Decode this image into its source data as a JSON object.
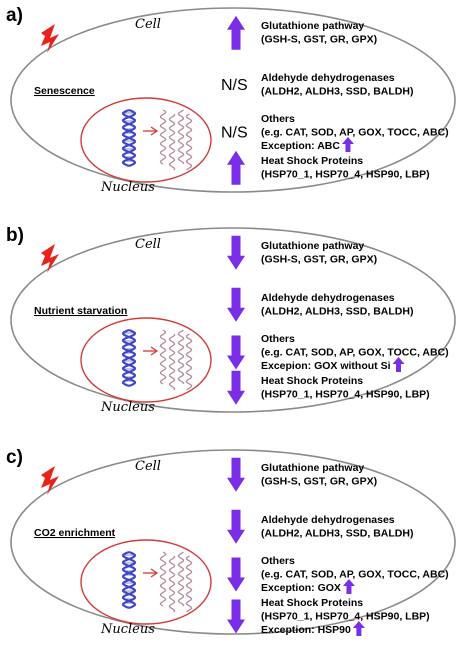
{
  "colors": {
    "arrow": "#7b2ee8",
    "lightning": "#e8231c",
    "nucleus_outline": "#d33a3a",
    "dna": "#3f47c9",
    "rna": "#b58a9a",
    "cell_outline": "#8a8a8a"
  },
  "panels": [
    {
      "letter": "a)",
      "cell_label": "Cell",
      "nucleus_label": "Nucleus",
      "condition": "Senescence",
      "items": [
        {
          "indicator": "up",
          "lines": [
            "Glutathione pathway",
            "(GSH-S, GST, GR, GPX)"
          ]
        },
        {
          "indicator": "N/S",
          "lines": [
            "Aldehyde dehydrogenases",
            "(ALDH2, ALDH3, SSD, BALDH)"
          ]
        },
        {
          "indicator": "N/S",
          "lines": [
            "Others",
            "(e.g. CAT, SOD, AP, GOX, TOCC, ABC)",
            "Exception: ABC"
          ],
          "exception_arrow": "up"
        },
        {
          "indicator": "up",
          "lines": [
            "Heat Shock Proteins",
            "(HSP70_1, HSP70_4, HSP90, LBP)"
          ]
        }
      ]
    },
    {
      "letter": "b)",
      "cell_label": "Cell",
      "nucleus_label": "Nucleus",
      "condition": "Nutrient starvation",
      "items": [
        {
          "indicator": "down",
          "lines": [
            "Glutathione pathway",
            "(GSH-S, GST, GR, GPX)"
          ]
        },
        {
          "indicator": "down",
          "lines": [
            "Aldehyde dehydrogenases",
            "(ALDH2, ALDH3, SSD, BALDH)"
          ]
        },
        {
          "indicator": "down",
          "lines": [
            "Others",
            "(e.g. CAT, SOD, AP, GOX, TOCC, ABC)",
            "Excepion: GOX without Si"
          ],
          "exception_arrow": "up"
        },
        {
          "indicator": "down",
          "lines": [
            "Heat Shock Proteins",
            "(HSP70_1, HSP70_4, HSP90, LBP)"
          ]
        }
      ]
    },
    {
      "letter": "c)",
      "cell_label": "Cell",
      "nucleus_label": "Nucleus",
      "condition": "CO2 enrichment",
      "items": [
        {
          "indicator": "down",
          "lines": [
            "Glutathione pathway",
            "(GSH-S, GST, GR, GPX)"
          ]
        },
        {
          "indicator": "down",
          "lines": [
            "Aldehyde dehydrogenases",
            "(ALDH2, ALDH3, SSD, BALDH)"
          ]
        },
        {
          "indicator": "down",
          "lines": [
            "Others",
            "(e.g. CAT, SOD, AP, GOX, TOCC, ABC)",
            "Exception: GOX"
          ],
          "exception_arrow": "up"
        },
        {
          "indicator": "down",
          "lines": [
            "Heat Shock Proteins",
            "(HSP70_1, HSP70_4, HSP90, LBP)",
            "Exception: HSP90"
          ],
          "exception_arrow": "up"
        }
      ]
    }
  ]
}
